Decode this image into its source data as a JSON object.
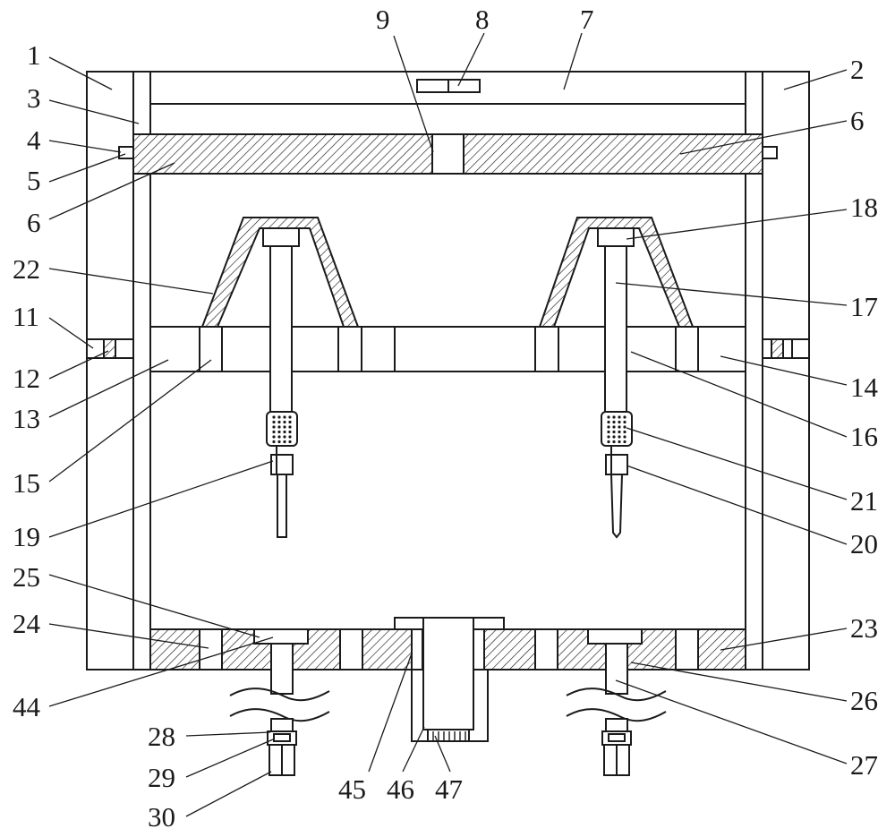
{
  "diagram": {
    "labels": [
      {
        "id": "1",
        "text": "1"
      },
      {
        "id": "2",
        "text": "2"
      },
      {
        "id": "3",
        "text": "3"
      },
      {
        "id": "4",
        "text": "4"
      },
      {
        "id": "5",
        "text": "5"
      },
      {
        "id": "6a",
        "text": "6"
      },
      {
        "id": "6b",
        "text": "6"
      },
      {
        "id": "7",
        "text": "7"
      },
      {
        "id": "8",
        "text": "8"
      },
      {
        "id": "9",
        "text": "9"
      },
      {
        "id": "11",
        "text": "11"
      },
      {
        "id": "12",
        "text": "12"
      },
      {
        "id": "13",
        "text": "13"
      },
      {
        "id": "14",
        "text": "14"
      },
      {
        "id": "15",
        "text": "15"
      },
      {
        "id": "16",
        "text": "16"
      },
      {
        "id": "17",
        "text": "17"
      },
      {
        "id": "18",
        "text": "18"
      },
      {
        "id": "19",
        "text": "19"
      },
      {
        "id": "20",
        "text": "20"
      },
      {
        "id": "21",
        "text": "21"
      },
      {
        "id": "22",
        "text": "22"
      },
      {
        "id": "23",
        "text": "23"
      },
      {
        "id": "24",
        "text": "24"
      },
      {
        "id": "25",
        "text": "25"
      },
      {
        "id": "26",
        "text": "26"
      },
      {
        "id": "27",
        "text": "27"
      },
      {
        "id": "28",
        "text": "28"
      },
      {
        "id": "29",
        "text": "29"
      },
      {
        "id": "30",
        "text": "30"
      },
      {
        "id": "44",
        "text": "44"
      },
      {
        "id": "45",
        "text": "45"
      },
      {
        "id": "46",
        "text": "46"
      },
      {
        "id": "47",
        "text": "47"
      }
    ]
  }
}
